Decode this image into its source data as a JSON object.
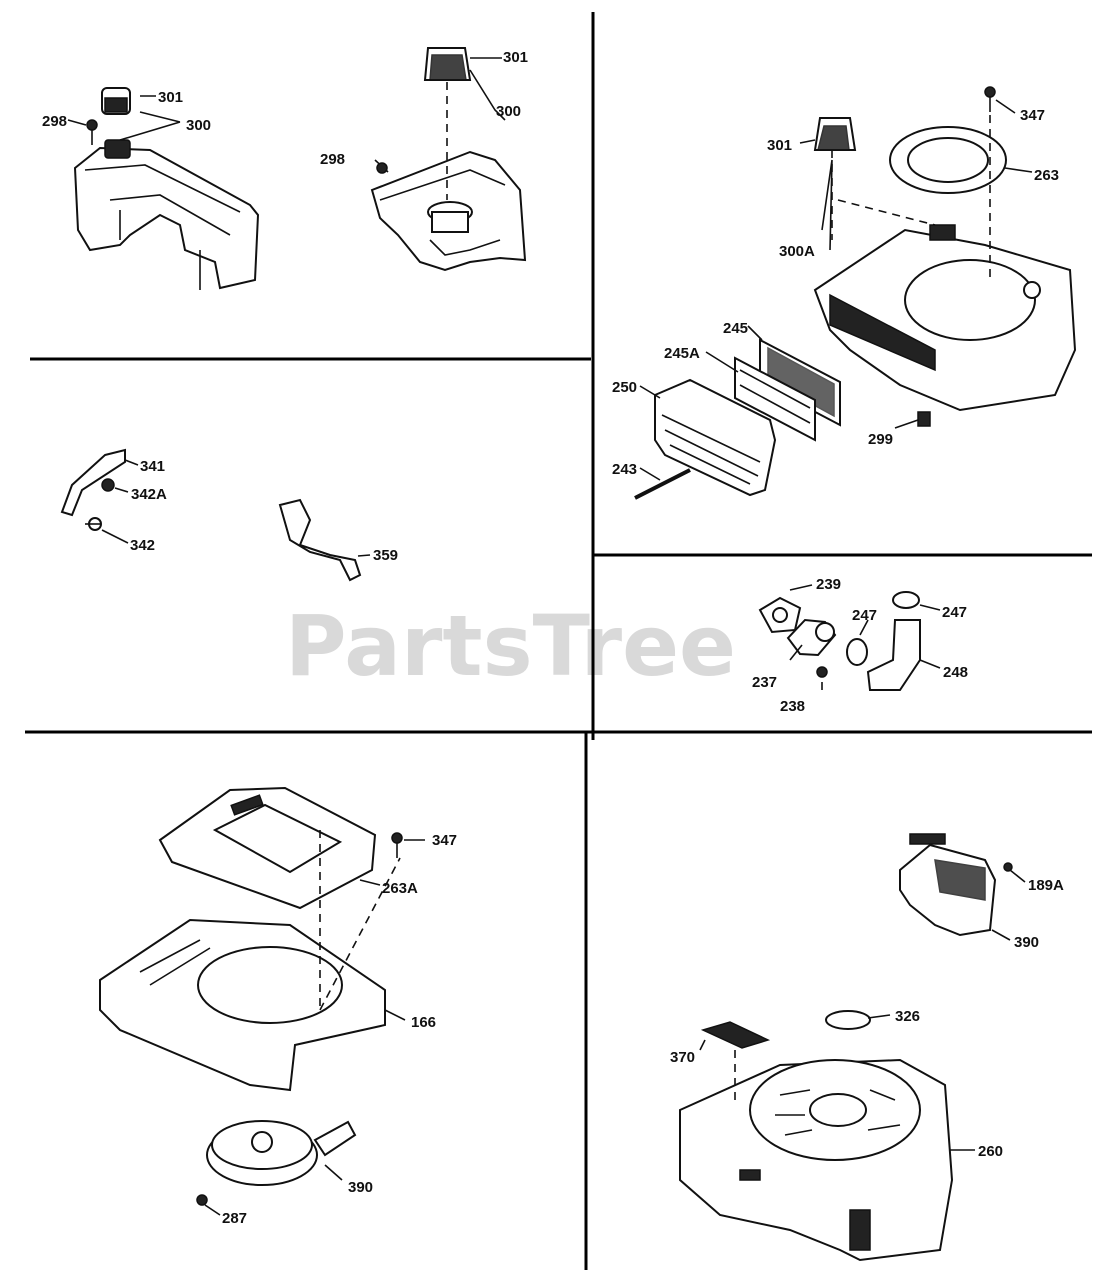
{
  "watermark": "PartsTree",
  "callouts": {
    "p301a": "301",
    "p300a": "300",
    "p298a": "298",
    "p301b": "301",
    "p300b": "300",
    "p298b": "298",
    "p301c": "301",
    "p347a": "347",
    "p263": "263",
    "p300A": "300A",
    "p245": "245",
    "p245A": "245A",
    "p250": "250",
    "p299": "299",
    "p243": "243",
    "p341": "341",
    "p342A": "342A",
    "p342": "342",
    "p359": "359",
    "p239": "239",
    "p247a": "247",
    "p247b": "247",
    "p237": "237",
    "p238": "238",
    "p248": "248",
    "p347b": "347",
    "p263A": "263A",
    "p166": "166",
    "p390a": "390",
    "p287": "287",
    "p189A": "189A",
    "p390b": "390",
    "p326": "326",
    "p370": "370",
    "p260": "260"
  }
}
